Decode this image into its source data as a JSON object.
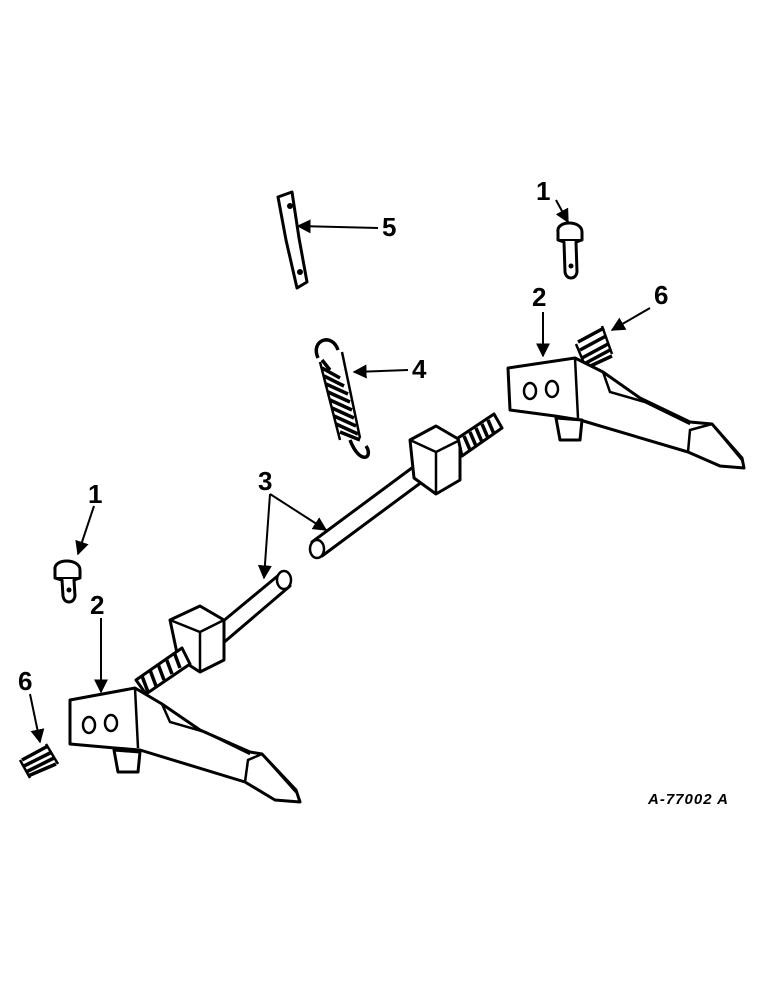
{
  "diagram": {
    "reference_code": "A-77002 A",
    "callouts": [
      {
        "id": "c1-right",
        "label": "1"
      },
      {
        "id": "c2-right",
        "label": "2"
      },
      {
        "id": "c6-right",
        "label": "6"
      },
      {
        "id": "c5",
        "label": "5"
      },
      {
        "id": "c4",
        "label": "4"
      },
      {
        "id": "c3",
        "label": "3"
      },
      {
        "id": "c1-left",
        "label": "1"
      },
      {
        "id": "c2-left",
        "label": "2"
      },
      {
        "id": "c6-left",
        "label": "6"
      }
    ]
  }
}
